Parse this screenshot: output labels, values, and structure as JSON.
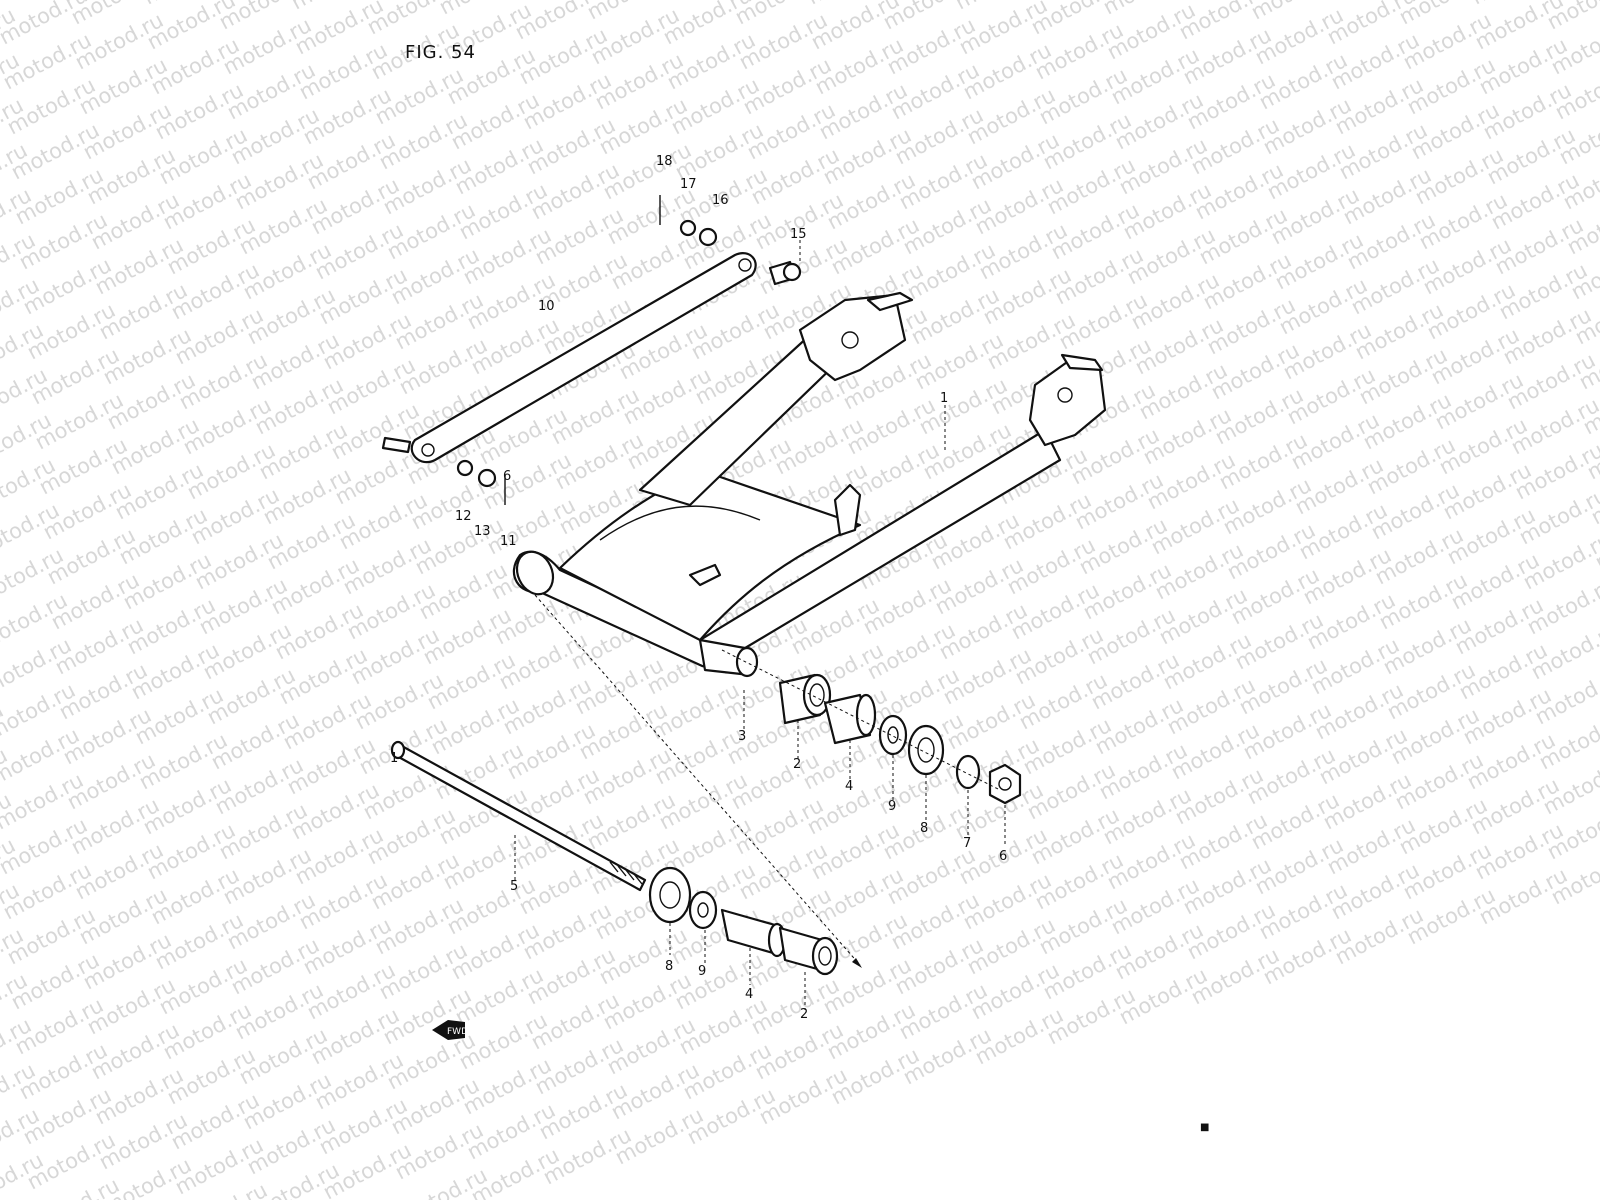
{
  "figure": {
    "title": "FIG. 54",
    "watermark": "motod.ru",
    "fwd_label": "FWD",
    "bottom_mark": "■"
  },
  "callouts": [
    {
      "id": "c18",
      "text": "18"
    },
    {
      "id": "c17",
      "text": "17"
    },
    {
      "id": "c16",
      "text": "16"
    },
    {
      "id": "c15",
      "text": "15"
    },
    {
      "id": "c10",
      "text": "10"
    },
    {
      "id": "c1a",
      "text": "1"
    },
    {
      "id": "c12",
      "text": "12"
    },
    {
      "id": "c13",
      "text": "13"
    },
    {
      "id": "c11",
      "text": "11"
    },
    {
      "id": "c6a",
      "text": "6"
    },
    {
      "id": "c3",
      "text": "3"
    },
    {
      "id": "c2a",
      "text": "2"
    },
    {
      "id": "c4a",
      "text": "4"
    },
    {
      "id": "c9a",
      "text": "9"
    },
    {
      "id": "c8a",
      "text": "8"
    },
    {
      "id": "c7",
      "text": "7"
    },
    {
      "id": "c6b",
      "text": "6"
    },
    {
      "id": "c1b",
      "text": "1"
    },
    {
      "id": "c5",
      "text": "5"
    },
    {
      "id": "c8b",
      "text": "8"
    },
    {
      "id": "c9b",
      "text": "9"
    },
    {
      "id": "c4b",
      "text": "4"
    },
    {
      "id": "c2b",
      "text": "2"
    }
  ]
}
